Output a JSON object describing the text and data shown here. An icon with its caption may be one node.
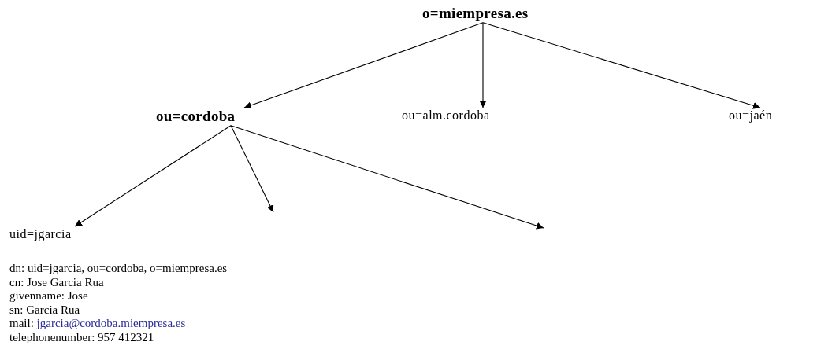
{
  "diagram": {
    "nodes": [
      {
        "text": [
          "o=miempresa.es"
        ]
      },
      {
        "text": [
          "ou=cordoba"
        ]
      },
      {
        "text": [
          "ou=alm.cordoba"
        ]
      },
      {
        "text": [
          "ou=jaén"
        ]
      },
      {
        "text": [
          "uid=jgarcia"
        ]
      }
    ],
    "edges": [
      {
        "from": 0,
        "to": 1,
        "arrow": "to"
      },
      {
        "from": 0,
        "to": 2,
        "arrow": "to"
      },
      {
        "from": 0,
        "to": 3,
        "arrow": "to"
      },
      {
        "from": 1,
        "to": 4,
        "arrow": "to"
      },
      {
        "from": 1,
        "to": null,
        "arrow": "to"
      },
      {
        "from": 1,
        "to": null,
        "arrow": "to"
      }
    ],
    "labels": [
      "dn: uid=jgarcia, ou=cordoba, o=miempresa.es",
      "cn: Jose Garcia Rua",
      "givenname: Jose",
      "sn: Garcia Rua",
      "mail: jgarcia@cordoba.miempresa.es",
      "telephonenumber: 957 412321"
    ]
  }
}
